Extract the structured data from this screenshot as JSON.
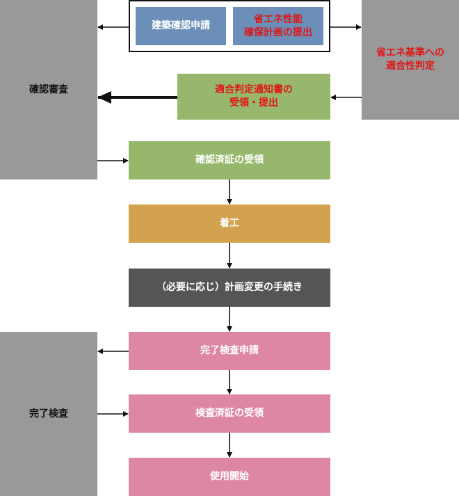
{
  "nodes": {
    "kakunin_shinsa": "確認審査",
    "kanryo_kensa": "完了検査",
    "shoene_tekigo": "省エネ基準への\n適合性判定",
    "kenchiku_shinsei": "建築確認申請",
    "shoene_keikaku": "省エネ性能\n確保計画の提出",
    "tekigo_tsuchi": "適合判定通知書の\n受領・提出",
    "kakunin_zumisho": "確認済証の受領",
    "chakko": "着工",
    "keikaku_henko": "（必要に応じ）計画変更の手続き",
    "kanryo_shinsei": "完了検査申請",
    "kensa_zumisho": "検査済証の受領",
    "shiyo_kaishi": "使用開始"
  },
  "colors": {
    "gray": "#999999",
    "blue": "#6b8fb8",
    "green": "#97b86c",
    "gold": "#d3a24e",
    "dark": "#555555",
    "pink": "#dd87a5",
    "red_text": "#e01616"
  }
}
